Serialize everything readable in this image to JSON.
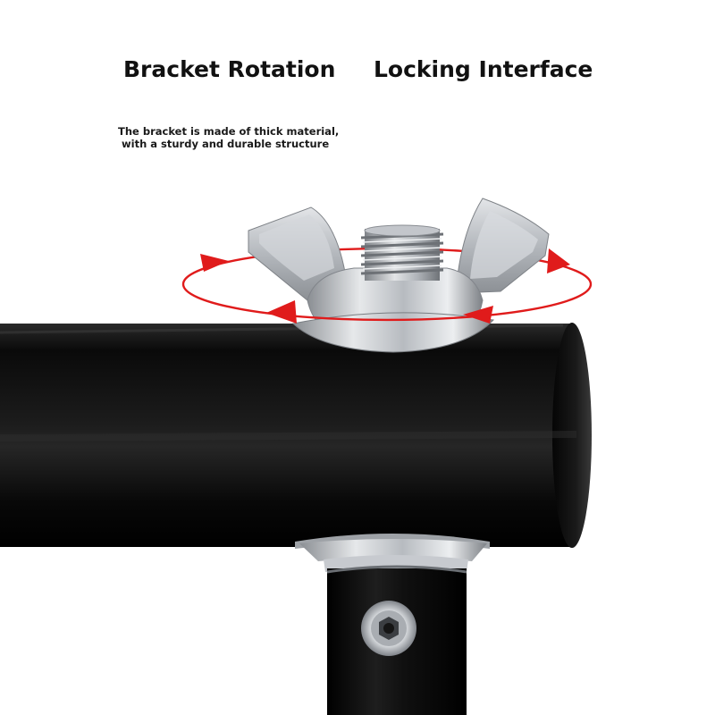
{
  "headings": {
    "left": "Bracket Rotation",
    "right": "Locking Interface"
  },
  "description": {
    "line1": "The bracket is made of thick material,",
    "line2": "with a sturdy and durable structure"
  },
  "colors": {
    "background": "#ffffff",
    "tube": "#0b0b0b",
    "metal": "#c9ccd0",
    "arrow": "#e01b1b",
    "text": "#111111"
  },
  "icons": {
    "rotation_indicator": "rotation-arrow-icon"
  }
}
